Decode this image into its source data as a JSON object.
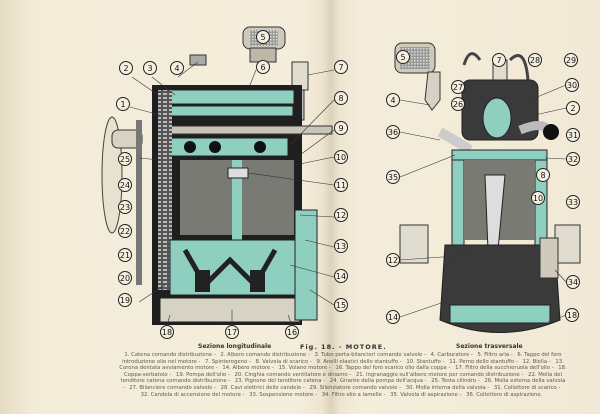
{
  "figure": {
    "title": "Fig. 18. - MOTORE.",
    "left_caption": "Sezione longitudinale",
    "right_caption": "Sezione trasversale"
  },
  "left_callouts": [
    "5",
    "2",
    "3",
    "4",
    "6",
    "7",
    "1",
    "8",
    "9",
    "10",
    "11",
    "25",
    "24",
    "23",
    "12",
    "22",
    "13",
    "21",
    "20",
    "14",
    "19",
    "15",
    "18",
    "17",
    "16"
  ],
  "right_callouts": [
    "5",
    "7",
    "28",
    "29",
    "27",
    "26",
    "4",
    "30",
    "2",
    "31",
    "36",
    "32",
    "35",
    "8",
    "10",
    "33",
    "12",
    "34",
    "14",
    "18"
  ],
  "legend": [
    "1. Catena comando distribuzione -",
    "2. Albero comando distribuzione -",
    "3. Tubo porta-bilancieri comando valvole -",
    "4. Carburatore -",
    "5. Filtro aria -",
    "6. Tappo del foro introduzione olio nel motore -",
    "7. Spinterogeno -",
    "8. Valvola di scarico -",
    "9. Anelli elastici dello stantuffo -",
    "10. Stantuffo -",
    "11. Perno dello stantuffo -",
    "12. Biella -",
    "13. Corona dentata avviamento motore -",
    "14. Albero motore -",
    "15. Volano motore -",
    "16. Tappo del foro scarico olio dalla coppa -",
    "17. Filtro della succhieruola dell'olio -",
    "18. Coppa-serbatoio -",
    "19. Pompa dell'olio -",
    "20. Cinghia comando ventilatore e dinamo -",
    "21. Ingranaggio sull'albero motore per comando distribuzione -",
    "22. Molla del tenditore catena comando distribuzione -",
    "23. Pignone del tenditore catena -",
    "24. Girante della pompa dell'acqua -",
    "25. Testa cilindro -",
    "26. Molla esterna della valvola -",
    "27. Bilanciere comando valvole -",
    "28. Cavi elettrici delle candele -",
    "29. Silenziatore comando valvole -",
    "30. Molla interna della valvola -",
    "31. Collettore di scarico -",
    "32. Candela di accensione del motore -",
    "33. Sospensione motore -",
    "34. Filtro olio a lamelle -",
    "35. Valvola di aspirazione -",
    "36. Collettore di aspirazione."
  ],
  "colors": {
    "paper": "#f2ead6",
    "teal": "#8fcfc0",
    "dark": "#2b2b2b"
  }
}
